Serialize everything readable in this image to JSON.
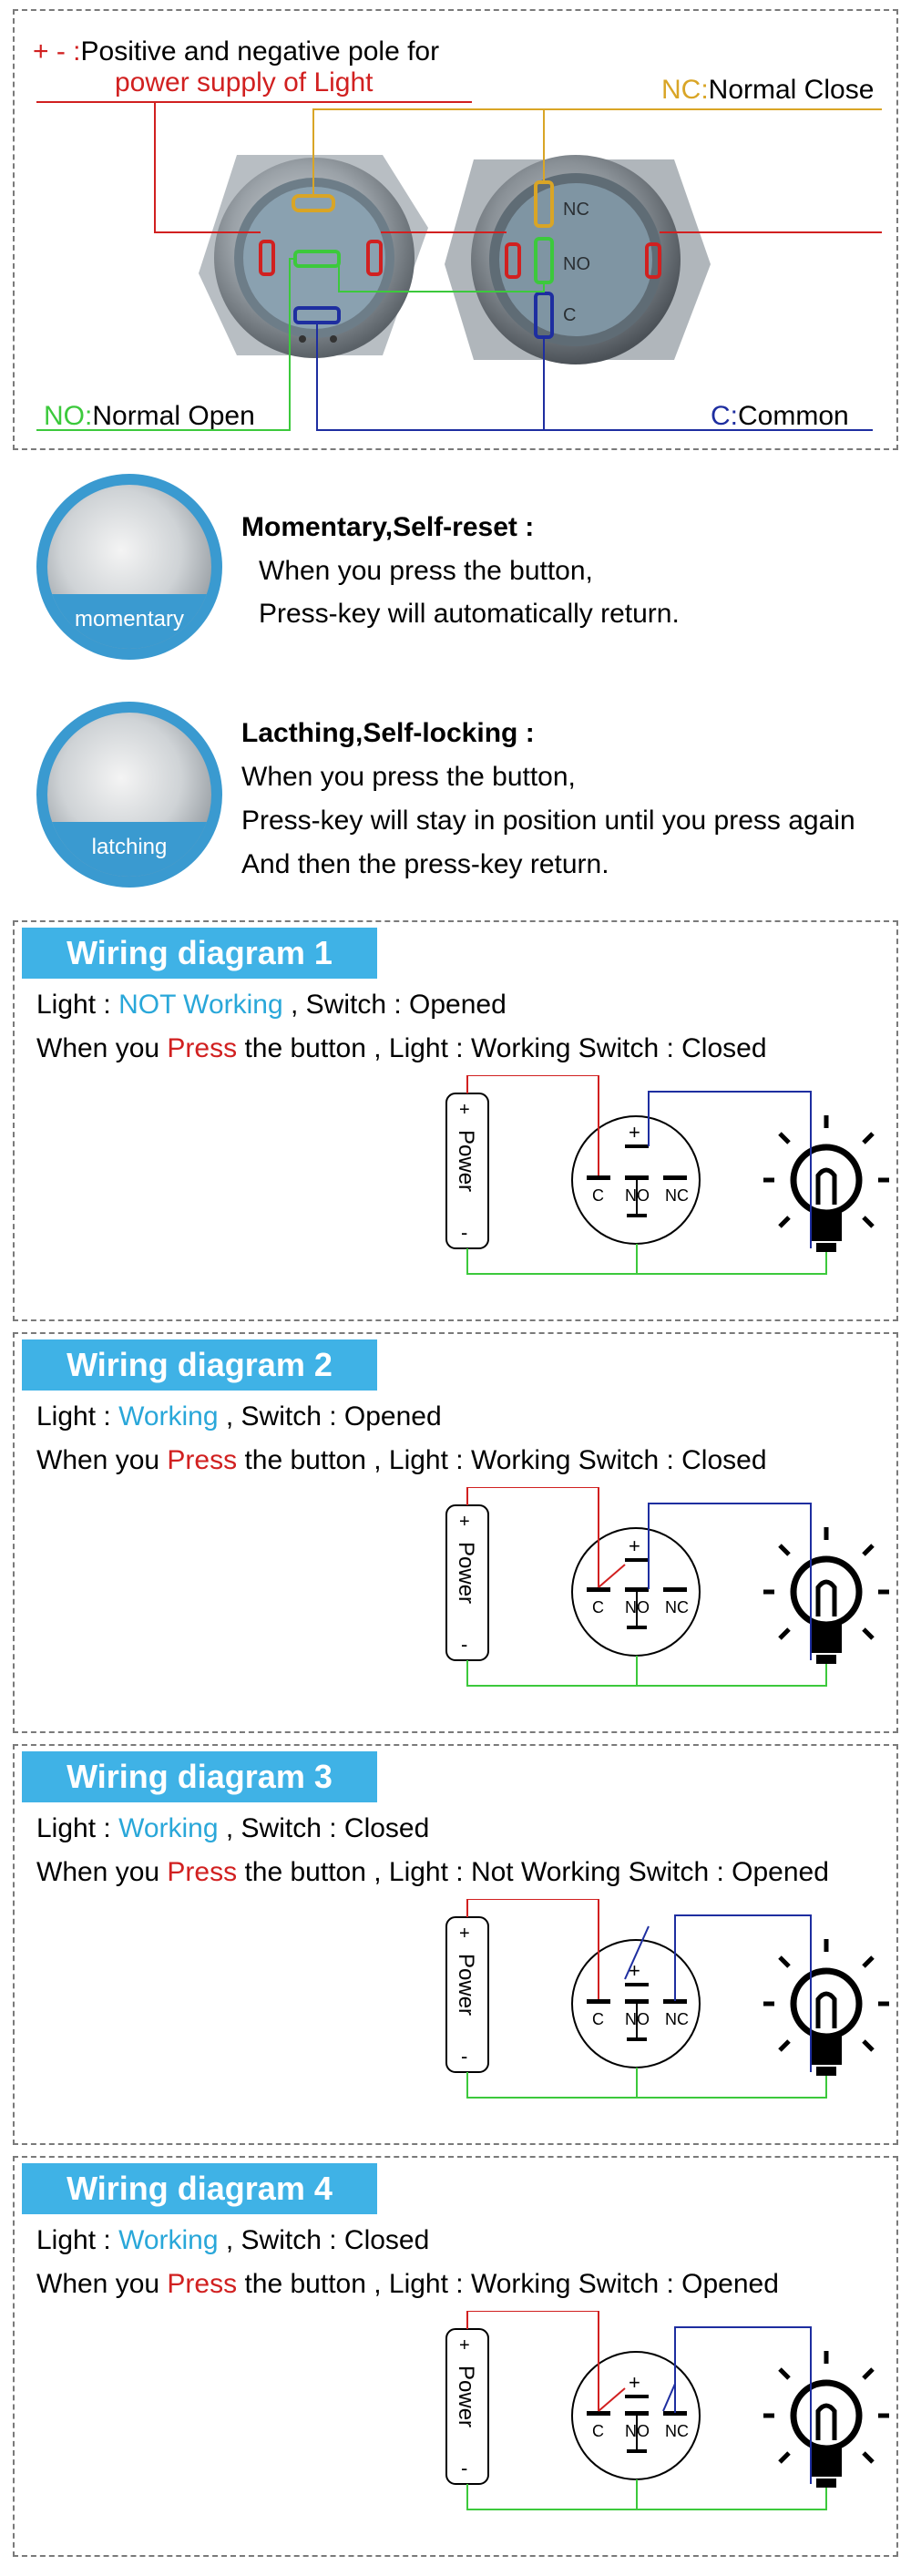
{
  "colors": {
    "red": "#d12020",
    "blue": "#29a7d9",
    "banner": "#3fb2e6",
    "nc_wire": "#d9a526",
    "no_wire": "#3cc93c",
    "c_wire": "#1e2ea0"
  },
  "top": {
    "pm_symbols": "+ - :",
    "pm_line1": "Positive and negative pole for",
    "pm_line2": "power supply of Light",
    "nc_code": "NC:",
    "nc_text": "Normal Close",
    "no_code": "NO:",
    "no_text": "Normal Open",
    "c_code": "C:",
    "c_text": "Common",
    "back_labels": {
      "nc": "NC",
      "no": "NO",
      "c": "C"
    }
  },
  "types": [
    {
      "badge": "momentary",
      "title": "Momentary,Self-reset :",
      "lines": [
        "When you press the button,",
        "Press-key will automatically return."
      ]
    },
    {
      "badge": "latching",
      "title": "Lacthing,Self-locking :",
      "lines": [
        "When you press the button,",
        "Press-key will stay in position until you press again",
        "And then the press-key return."
      ]
    }
  ],
  "diagrams": [
    {
      "title": "Wiring diagram 1",
      "light_label": "Light : ",
      "light_state": "NOT Working",
      "switch_state": " , Switch : Opened",
      "press_a": "When you ",
      "press_word": "Press",
      "press_b": " the button , Light : Working Switch : Closed"
    },
    {
      "title": "Wiring diagram 2",
      "light_label": "Light : ",
      "light_state": "Working",
      "switch_state": " , Switch : Opened",
      "press_a": "When you ",
      "press_word": "Press",
      "press_b": " the button , Light : Working Switch : Closed"
    },
    {
      "title": "Wiring diagram 3",
      "light_label": "Light :  ",
      "light_state": "Working",
      "switch_state": " , Switch : Closed",
      "press_a": "When you ",
      "press_word": "Press",
      "press_b": " the button , Light : Not Working Switch : Opened"
    },
    {
      "title": "Wiring diagram 4",
      "light_label": "Light : ",
      "light_state": "Working",
      "switch_state": " , Switch : Closed",
      "press_a": "When you ",
      "press_word": "Press",
      "press_b": " the button , Light : Working Switch : Opened"
    }
  ],
  "schematic": {
    "power": "Power",
    "plus": "+",
    "minus": "-",
    "c": "C",
    "no": "NO",
    "nc": "NC"
  }
}
